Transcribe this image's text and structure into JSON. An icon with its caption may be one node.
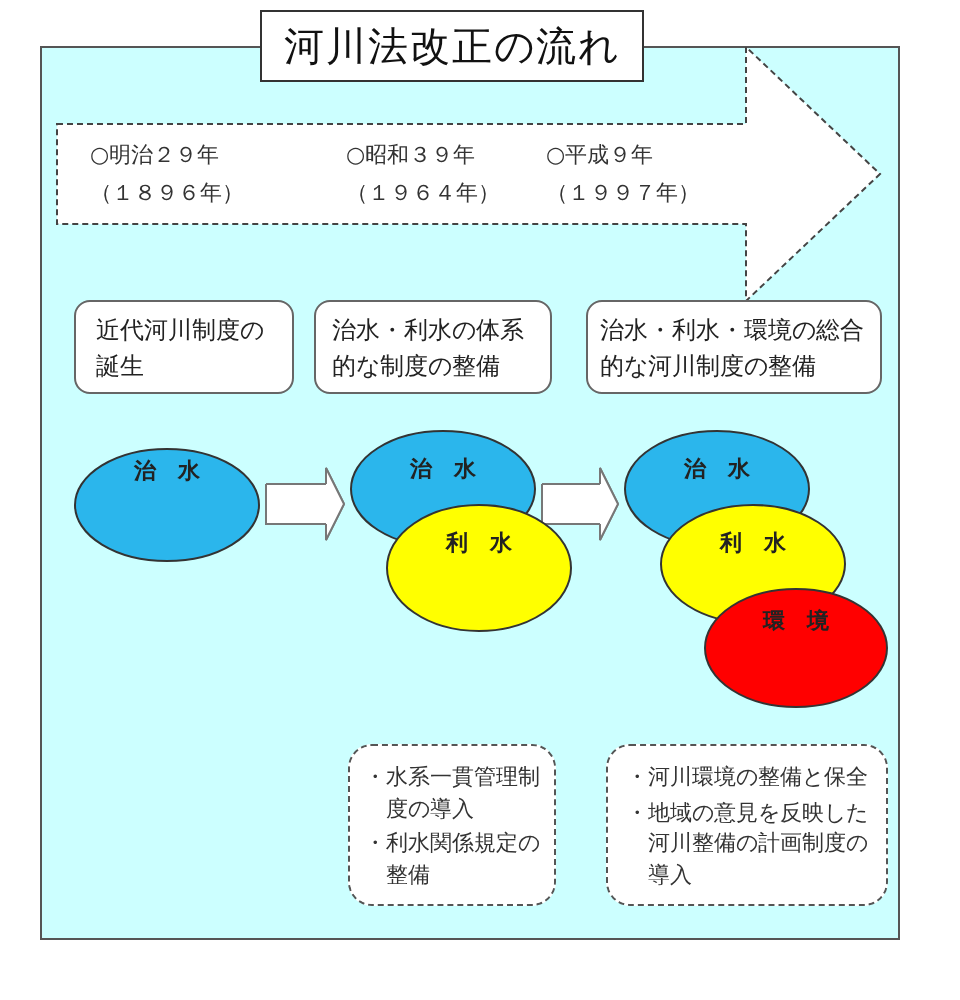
{
  "diagram": {
    "title": "河川法改正の流れ",
    "nodes": [
      {
        "text": [
          "○明治２９年",
          "（１８９６年）",
          "○昭和３９年",
          "（１９６４年）",
          "○平成９年",
          "（１９９７年）"
        ]
      },
      {
        "text": [
          "近代河川制度の誕生"
        ]
      },
      {
        "text": [
          "治水・利水の体系的な制度の整備"
        ]
      },
      {
        "text": [
          "治水・利水・環境の総合的な河川制度の整備"
        ]
      },
      {
        "text": [
          "治　水"
        ]
      },
      {
        "text": [
          "治　水"
        ]
      },
      {
        "text": [
          "利　水"
        ]
      },
      {
        "text": [
          "治　水"
        ]
      },
      {
        "text": [
          "利　水"
        ]
      },
      {
        "text": [
          "環　境"
        ]
      },
      {
        "text": [
          "・水系一貫管理制度の導入",
          "・利水関係規定の整備"
        ]
      },
      {
        "text": [
          "・河川環境の整備と保全",
          "・地域の意見を反映した河川整備の計画制度の導入"
        ]
      }
    ],
    "edges": [
      {
        "from": 4,
        "to": 5,
        "arrow": "to"
      },
      {
        "from": 5,
        "to": 7,
        "arrow": "to"
      }
    ]
  }
}
